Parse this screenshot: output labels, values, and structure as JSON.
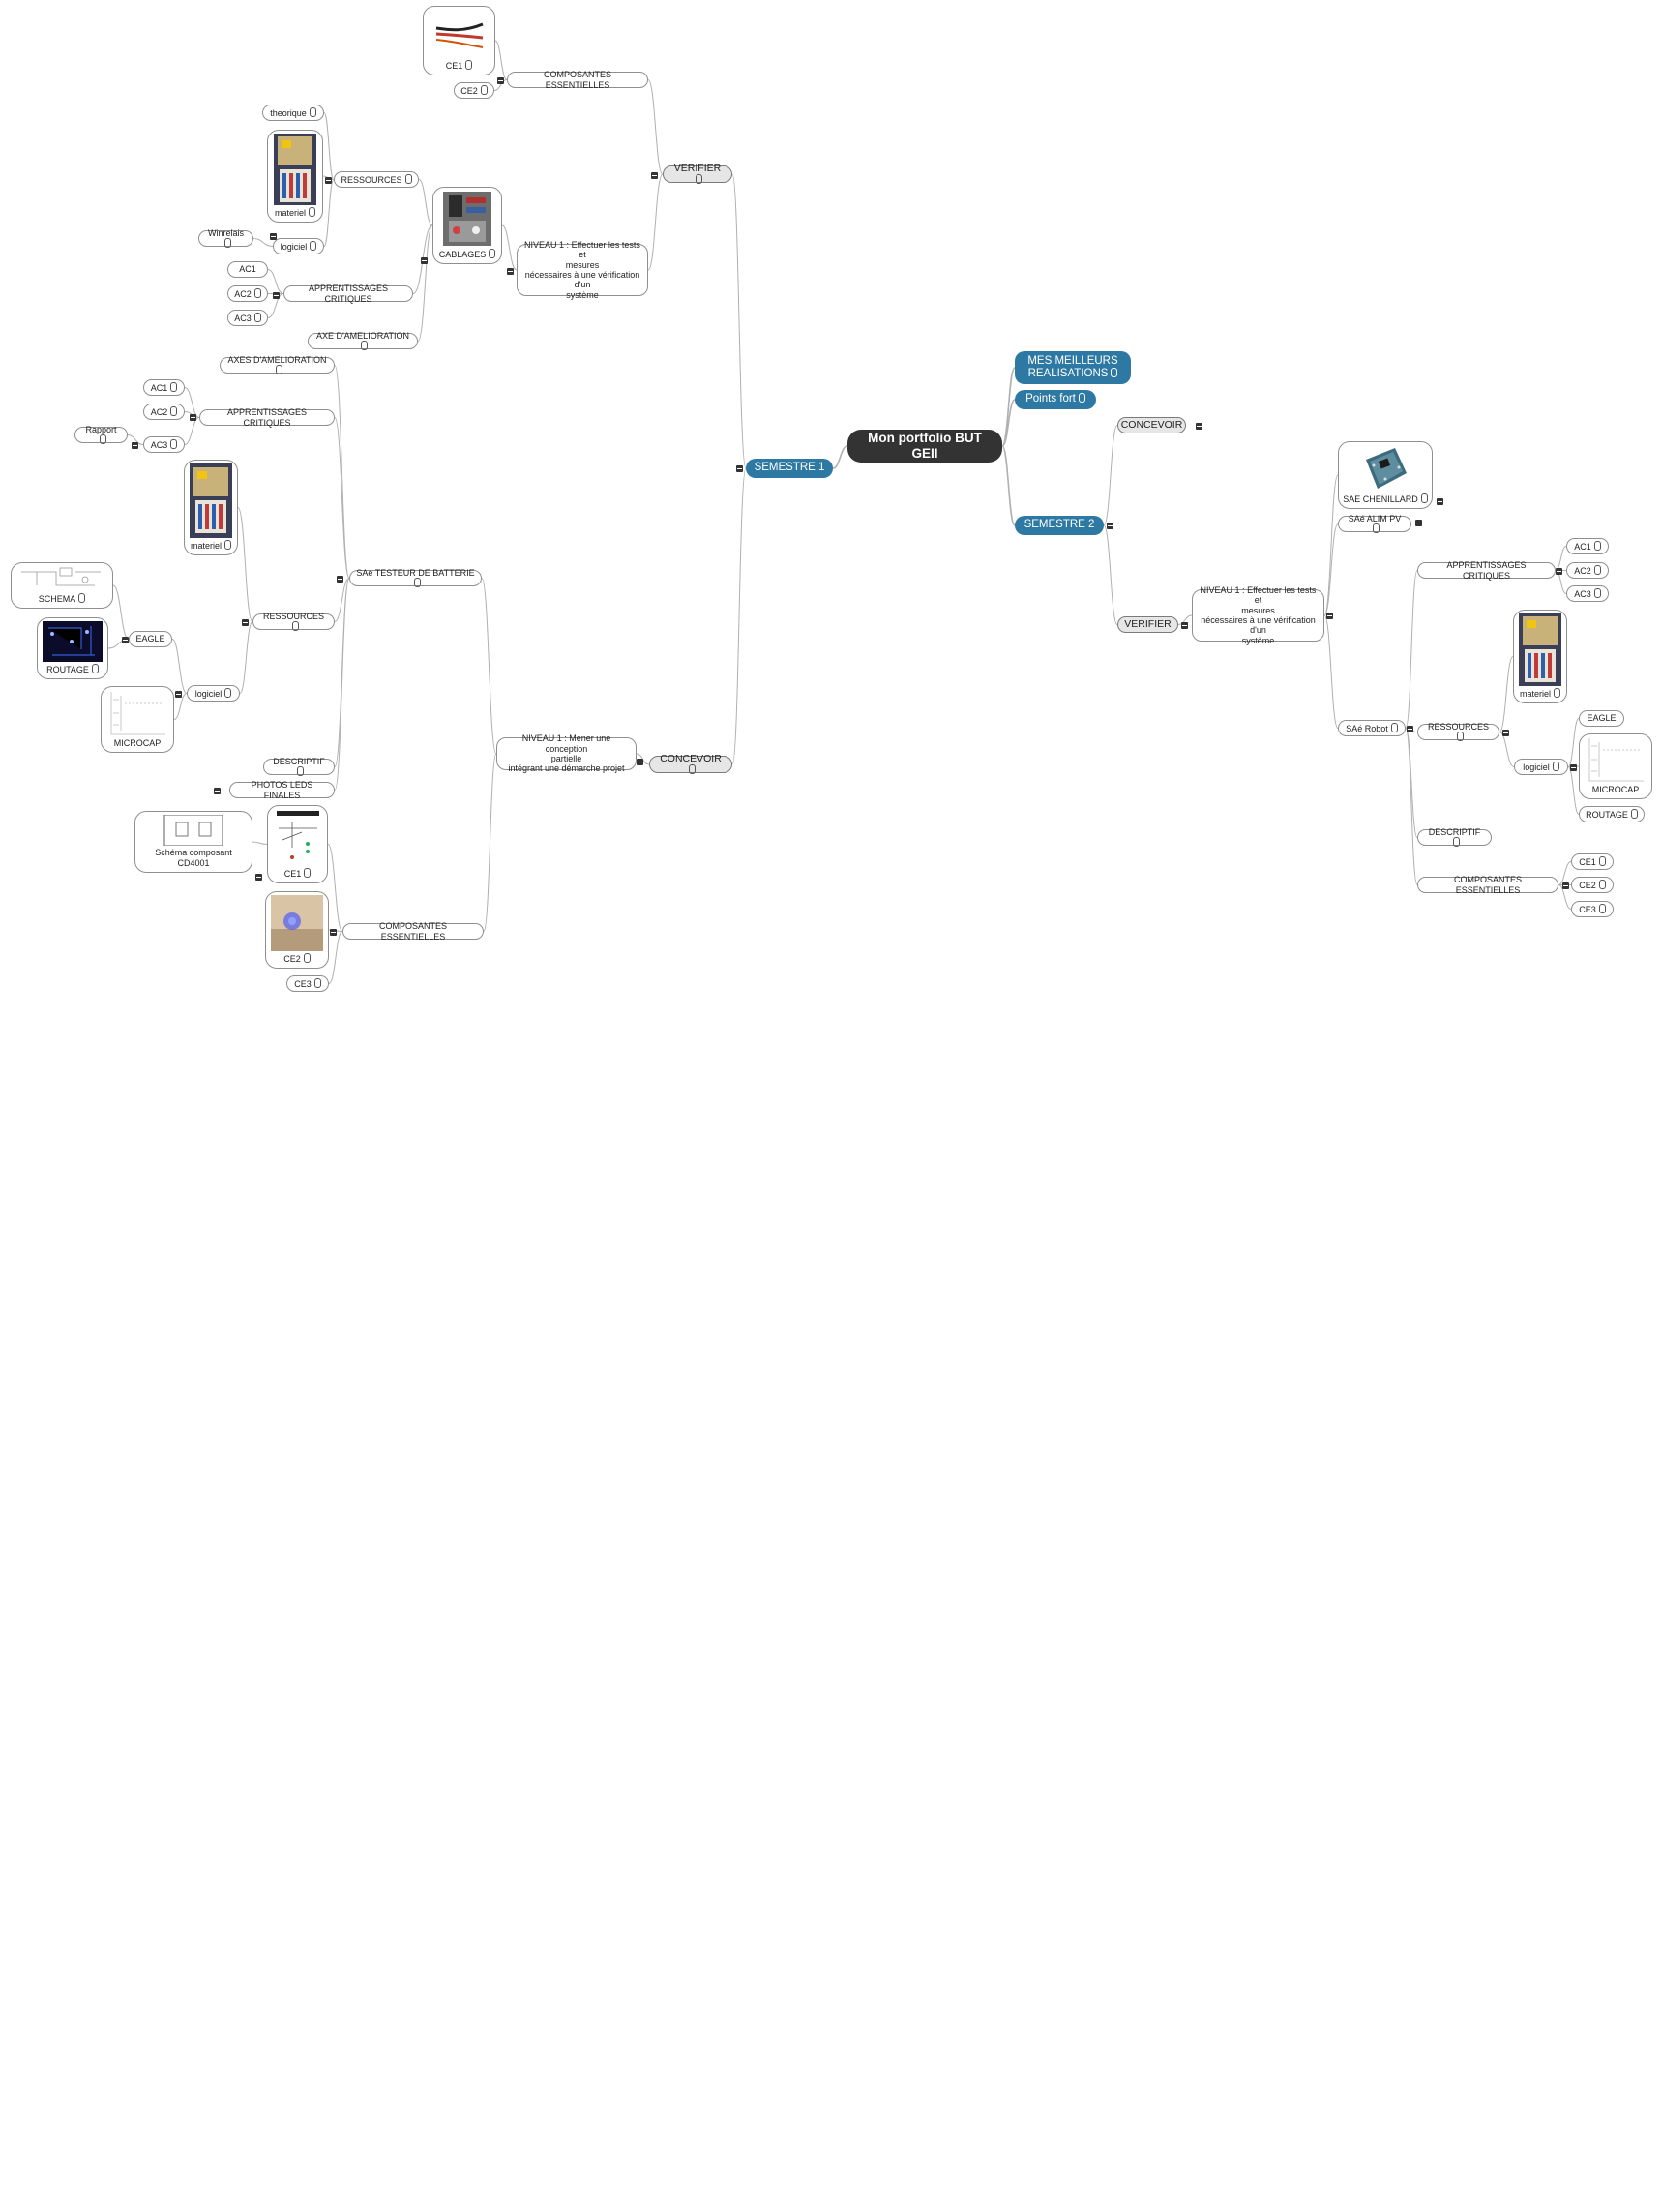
{
  "title": "Mon portfolio BUT GEII",
  "colors": {
    "primary": "#2d79a3",
    "root": "#333333",
    "connector": "#b0b0b0"
  },
  "labels": {
    "root": "Mon portfolio BUT GEII",
    "best": "MES MEILLEURS\nREALISATIONS",
    "points": "Points fort",
    "s1": "SEMESTRE 1",
    "s2": "SEMESTRE 2",
    "s1_verifier": "VERIFIER",
    "s1_concevoir": "CONCEVOIR",
    "s1v_comp": "COMPOSANTES ESSENTIELLES",
    "s1v_ce1": "CE1",
    "s1v_ce2": "CE2",
    "s1v_niveau": "NIVEAU 1 : Effectuer les tests et\nmesures\nnécessaires à une vérification\nd'un\nsystème",
    "cablages": "CABLAGES",
    "cab_res": "RESSOURCES",
    "cab_theorique": "theorique",
    "cab_materiel": "materiel",
    "cab_logiciel": "logiciel",
    "cab_winrelais": "Winrelais",
    "cab_app": "APPRENTISSAGES CRITIQUES",
    "cab_ac1": "AC1",
    "cab_ac2": "AC2",
    "cab_ac3": "AC3",
    "cab_axe": "AXE D'AMELIORATION",
    "s1c_niveau": "NIVEAU 1 : Mener une conception\npartielle\nintégrant une démarche projet",
    "sae_test": "SAé TESTEUR DE BATTERIE",
    "st_axes": "AXES D'AMELIORATION",
    "st_app": "APPRENTISSAGES CRITIQUES",
    "st_ac1": "AC1",
    "st_ac2": "AC2",
    "st_ac3": "AC3",
    "st_rapport": "Rapport",
    "st_materiel": "materiel",
    "st_res": "RESSOURCES",
    "st_logiciel": "logiciel",
    "st_eagle": "EAGLE",
    "st_schema": "SCHEMA",
    "st_routage": "ROUTAGE",
    "st_microcap": "MICROCAP",
    "st_desc": "DESCRIPTIF",
    "st_photos": "PHOTOS LEDS FINALES",
    "st_comp": "COMPOSANTES ESSENTIELLES",
    "st_ce1": "CE1",
    "st_ce2": "CE2",
    "st_ce3": "CE3",
    "st_cd4001": "Schéma composant CD4001",
    "s2_concevoir": "CONCEVOIR",
    "s2_verifier": "VERIFIER",
    "s2_niveau": "NIVEAU 1 : Effectuer les tests et\nmesures\nnécessaires à une vérification\nd'un\nsystème",
    "s2_chenillard": "SAE CHENILLARD",
    "s2_alim": "SAé ALIM PV",
    "s2_robot": "SAé Robot",
    "r_app": "APPRENTISSAGES CRITIQUES",
    "r_ac1": "AC1",
    "r_ac2": "AC2",
    "r_ac3": "AC3",
    "r_res": "RESSOURCES",
    "r_materiel": "materiel",
    "r_logiciel": "logiciel",
    "r_eagle": "EAGLE",
    "r_microcap": "MICROCAP",
    "r_routage": "ROUTAGE",
    "r_desc": "DESCRIPTIF",
    "r_comp": "COMPOSANTES ESSENTIELLES",
    "r_ce1": "CE1",
    "r_ce2": "CE2",
    "r_ce3": "CE3"
  }
}
